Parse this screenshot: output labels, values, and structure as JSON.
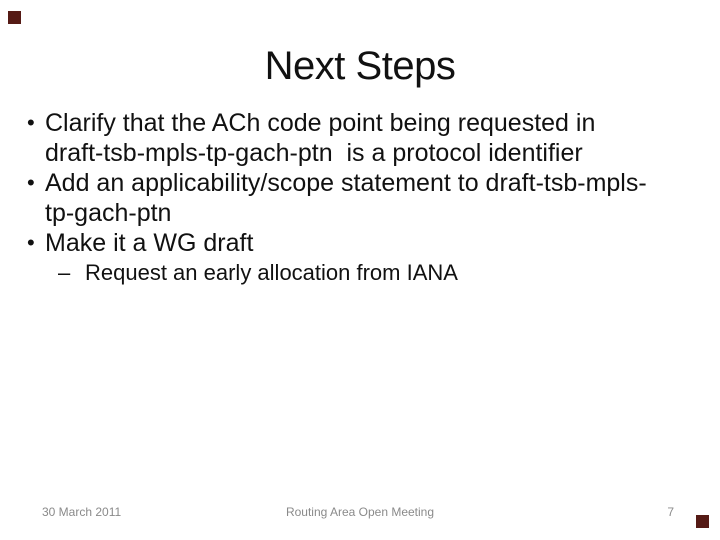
{
  "slide": {
    "title": "Next Steps",
    "bullets": [
      {
        "marker": "•",
        "lines": [
          "Clarify that the ACh code point being requested in",
          "draft-tsb-mpls-tp-gach-ptn  is a protocol identifier"
        ]
      },
      {
        "marker": "•",
        "lines": [
          "Add an applicability/scope statement to draft-tsb-mpls-",
          "tp-gach-ptn"
        ]
      },
      {
        "marker": "•",
        "lines": [
          "Make it a WG draft"
        ]
      }
    ],
    "sub_bullet": {
      "marker": "–",
      "lines": [
        "Request an early allocation from IANA"
      ]
    },
    "footer": {
      "date": "30 March 2011",
      "center": "Routing Area Open Meeting",
      "page_number": "7"
    },
    "colors": {
      "accent_square": "#551a15",
      "text": "#111111",
      "footer_text": "#8a8a8a",
      "background": "#ffffff"
    }
  }
}
